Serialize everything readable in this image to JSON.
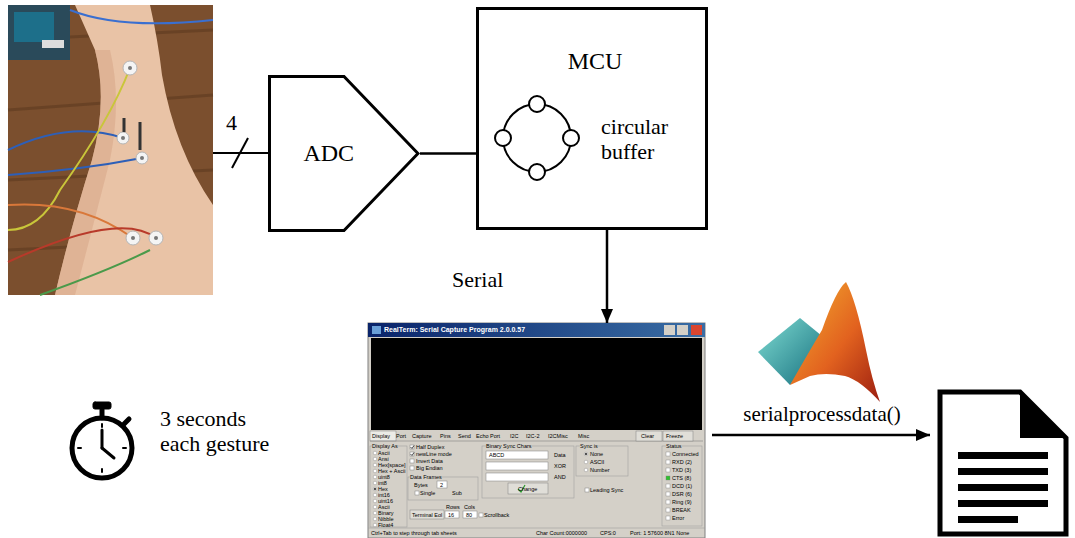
{
  "diagram": {
    "nodes": [
      {
        "text": [
          "ADC"
        ]
      },
      {
        "text": [
          "MCU",
          "circular buffer"
        ]
      },
      {
        "text": [
          "RealTerm: Serial Capture Program 2.0.0.57",
          "Display",
          "Port",
          "Capture",
          "Pins",
          "Send",
          "Echo Port",
          "I2C",
          "I2C-2",
          "I2CMisc",
          "Misc",
          "Clear",
          "Freeze",
          "Display As",
          "Ascii",
          "Ansi",
          "Hex[space]",
          "Hex + Ascii",
          "uint8",
          "int8",
          "Hex",
          "int16",
          "uint16",
          "Ascii",
          "Binary",
          "Nibble",
          "Float4",
          "Half Duplex",
          "newLine mode",
          "Invert Data",
          "Big Endian",
          "Data Frames",
          "Bytes",
          "2",
          "Single",
          "Sub",
          "Terminal Eol",
          "Rows",
          "Cols",
          "16",
          "80",
          "Scrollback",
          "Binary Sync Chars",
          "ABCD",
          "Data",
          "XOR",
          "AND",
          "Sync is",
          "None",
          "ASCII",
          "Number",
          "Change",
          "Leading Sync",
          "Status",
          "Connected",
          "RXD (2)",
          "TXD (3)",
          "CTS (8)",
          "DCD (1)",
          "DSR (6)",
          "Ring (9)",
          "BREAK",
          "Error",
          "Ctrl+Tab to step through tab sheets",
          "Char Count:0000000",
          "CPS:0",
          "Port: 1 57600 8N1 None"
        ]
      }
    ],
    "edges": [
      {
        "from": 0,
        "to": 1,
        "arrow": "none"
      },
      {
        "from": 1,
        "to": 2,
        "label": "Serial",
        "arrow": "to"
      }
    ],
    "labels": [
      "4",
      "3 seconds each gesture",
      "serialprocessdata()"
    ]
  }
}
